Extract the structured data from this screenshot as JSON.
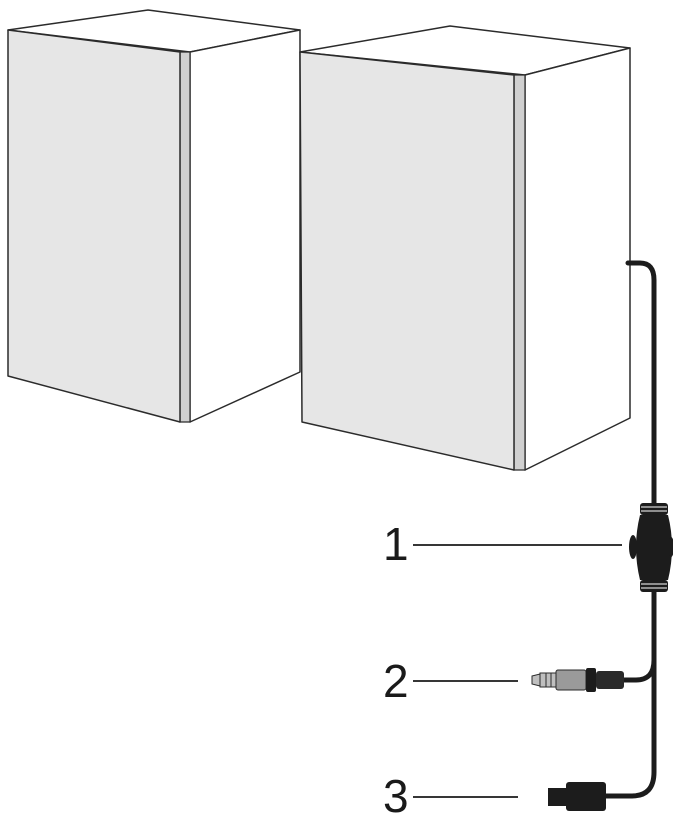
{
  "callouts": [
    {
      "number": "1",
      "part": "cable-control-knob"
    },
    {
      "number": "2",
      "part": "audio-jack-3-5mm"
    },
    {
      "number": "3",
      "part": "usb-plug"
    }
  ],
  "colors": {
    "front_panel": "#e6e6e6",
    "cabinet_body": "#ffffff",
    "outline": "#2b2b2b",
    "cable": "#1c1c1c",
    "jack_metal": "#bfbfbf"
  }
}
